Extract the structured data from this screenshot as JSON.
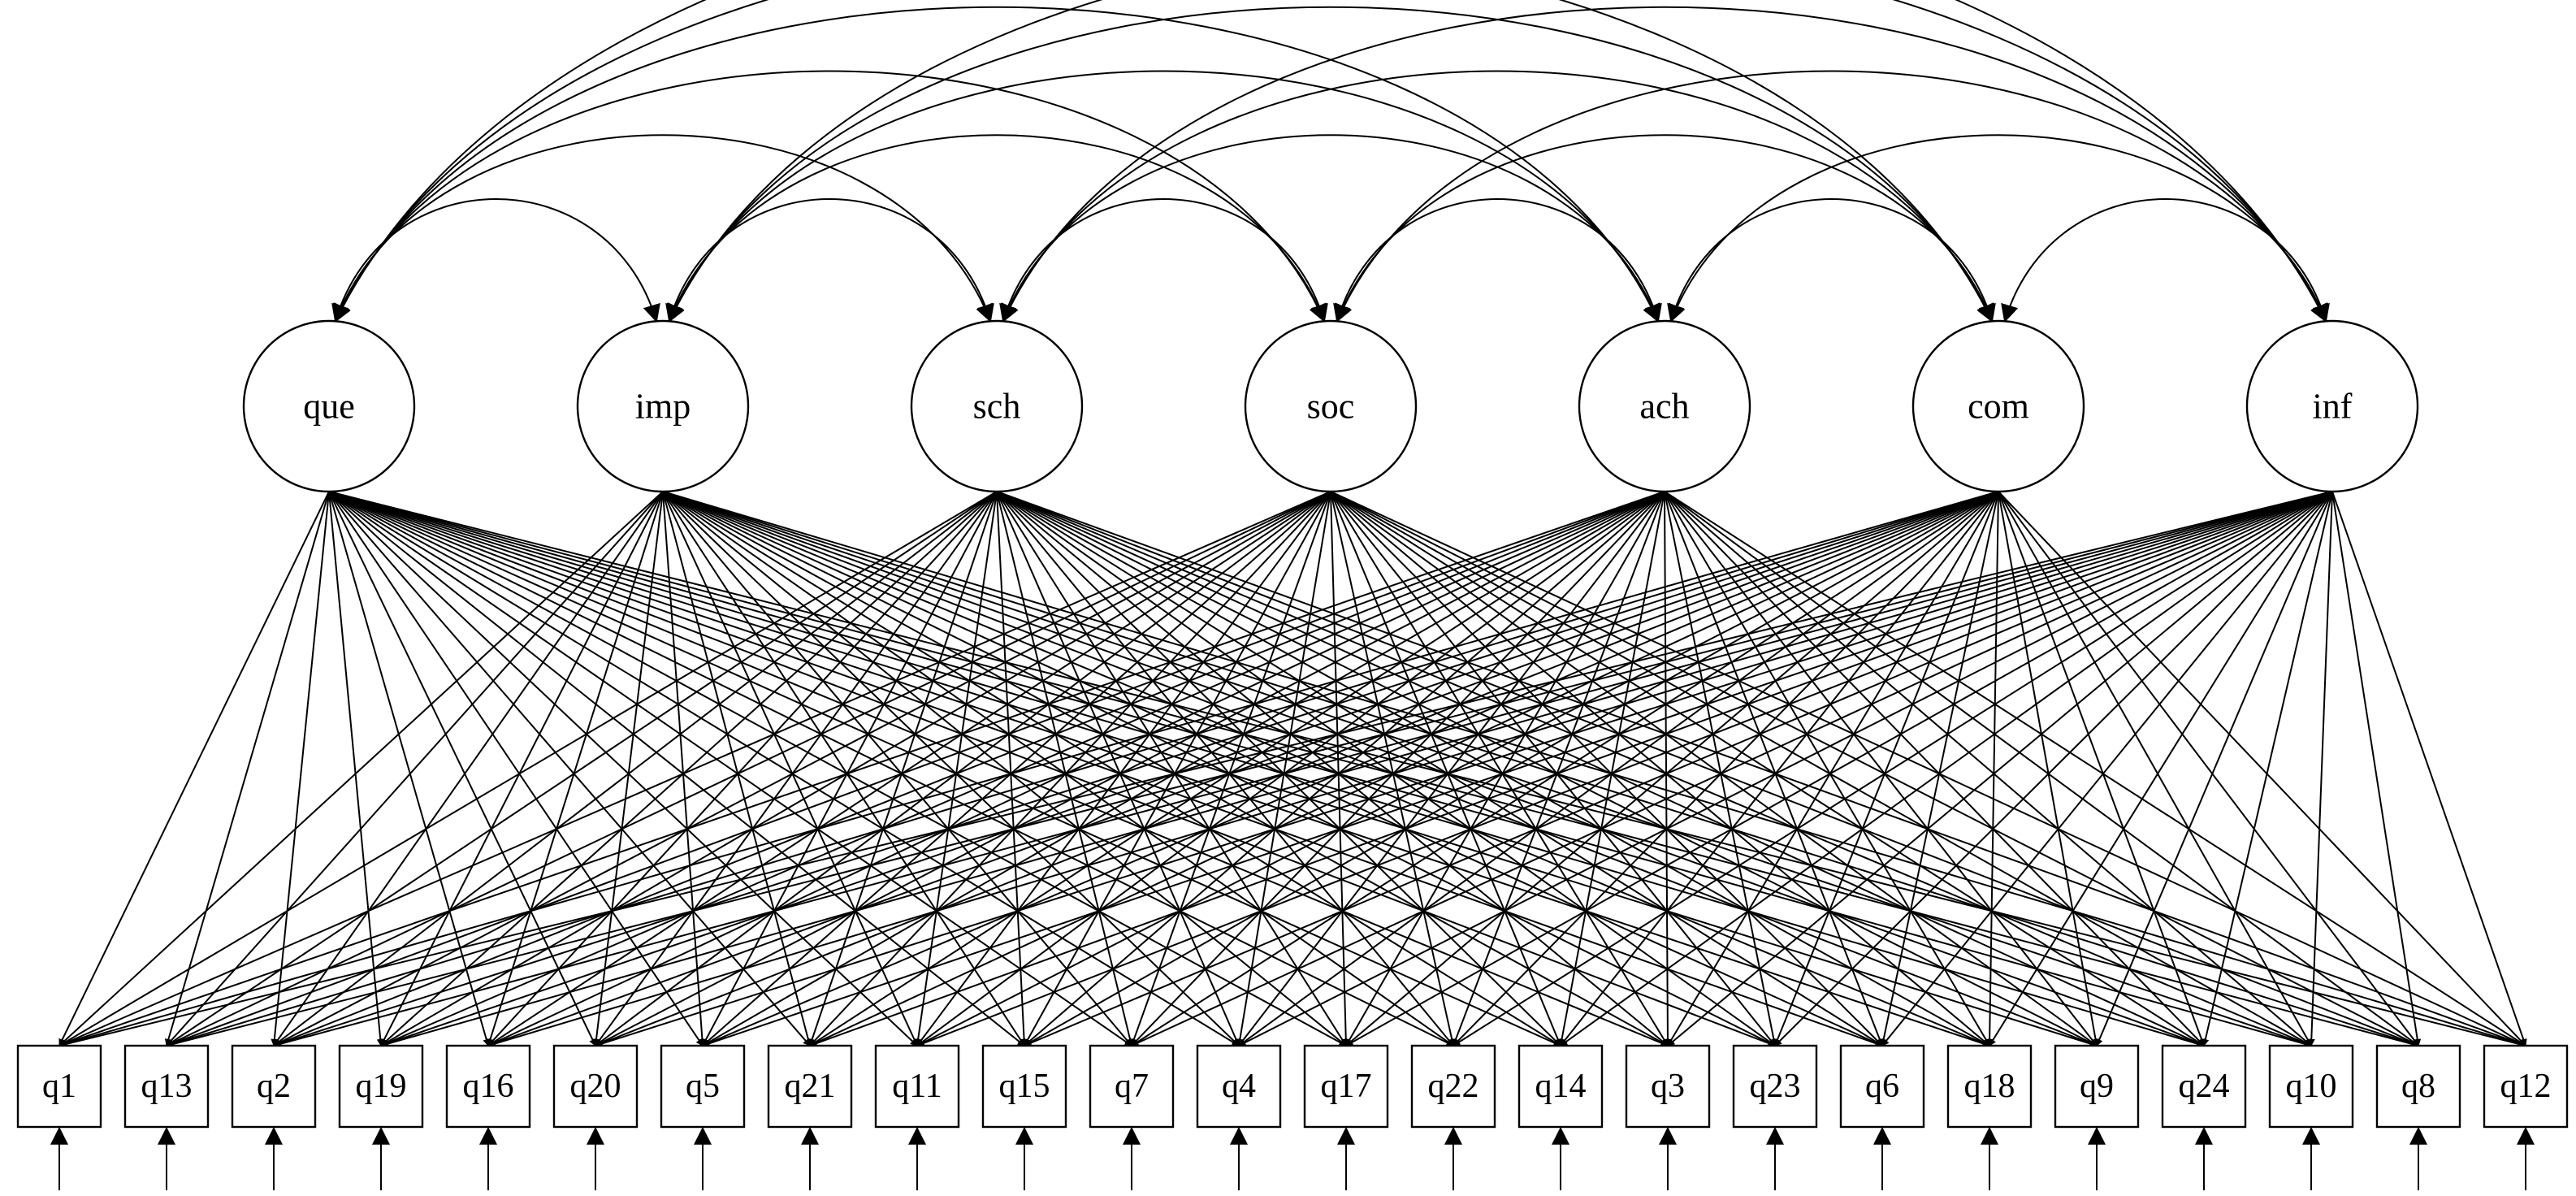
{
  "diagram": {
    "type": "sem-path-diagram",
    "latent_factors": [
      "que",
      "imp",
      "sch",
      "soc",
      "ach",
      "com",
      "inf"
    ],
    "observed_items": [
      "q1",
      "q13",
      "q2",
      "q19",
      "q16",
      "q20",
      "q5",
      "q21",
      "q11",
      "q15",
      "q7",
      "q4",
      "q17",
      "q22",
      "q14",
      "q3",
      "q23",
      "q6",
      "q18",
      "q9",
      "q24",
      "q10",
      "q8",
      "q12"
    ],
    "loadings": "every latent factor loads on every observed item",
    "factor_covariances": "all factor pairs correlated (curved double-headed arrows)",
    "item_error_terms": "one error arrow into each observed item"
  }
}
